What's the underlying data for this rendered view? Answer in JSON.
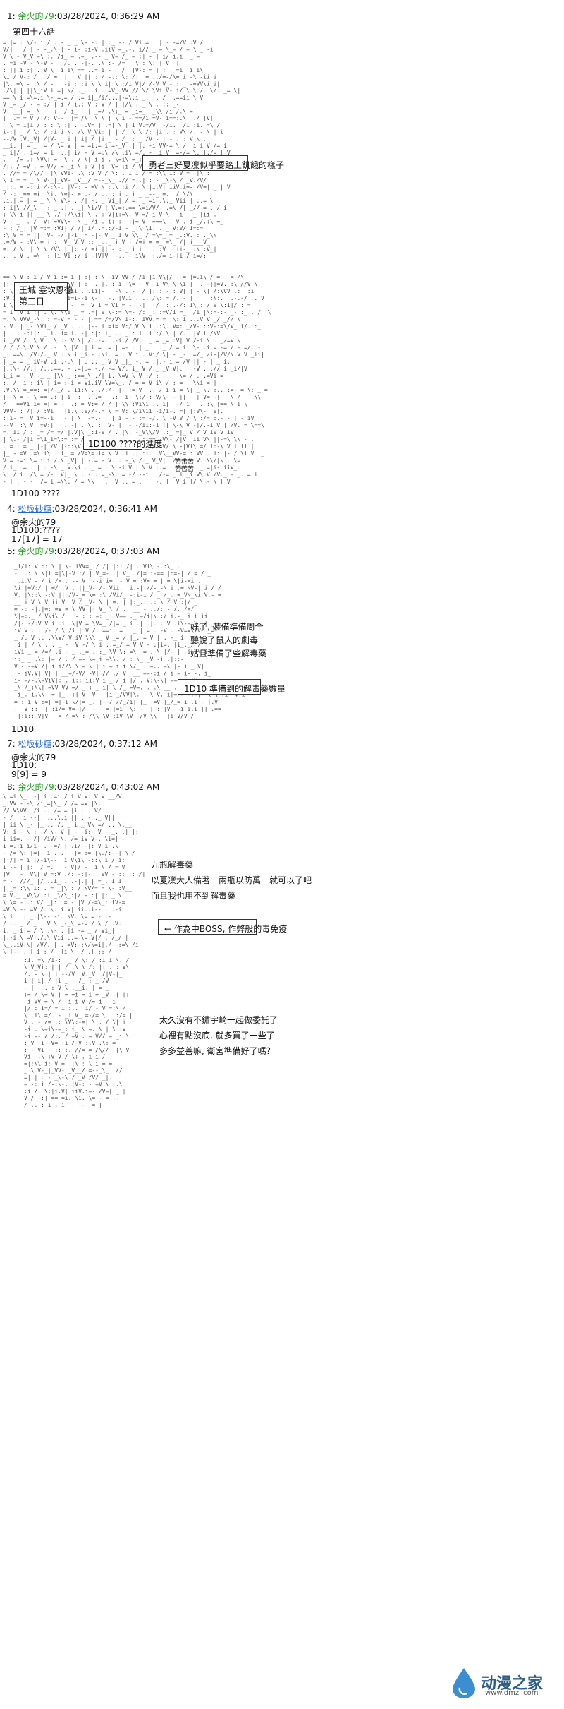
{
  "posts": [
    {
      "num": "1",
      "name": "余火的79",
      "date": ":03/28/2024, 0:36:29 AM",
      "name_style": "green"
    },
    {
      "num": "4",
      "name": "松坂砂糖",
      "date": ":03/28/2024, 0:36:41 AM",
      "name_style": "blue"
    },
    {
      "num": "5",
      "name": "余火的79",
      "date": ":03/28/2024, 0:37:03 AM",
      "name_style": "green"
    },
    {
      "num": "7",
      "name": "松坂砂糖",
      "date": ":03/28/2024, 0:37:12 AM",
      "name_style": "blue"
    },
    {
      "num": "8",
      "name": "余火的79",
      "date": ":03/28/2024, 0:43:02 AM",
      "name_style": "green"
    }
  ],
  "chapter_title": "第四十六話",
  "scene1_caption": "勇者三好夏凜似乎要踏上飢餓的樣子",
  "scene2_location": "王城 塞坎恩德",
  "scene2_day": "第三日",
  "scene2_roll_box": "1D100 ????的進度",
  "scene2_sign": [
    "苦苦苦",
    "苦苦苦"
  ],
  "post1_roll": "1D100 ????",
  "post4_lines": [
    "@余火的79",
    "1D100:????",
    "17[17] = 17"
  ],
  "post5_dialogue": [
    "好了, 裝備準備周全",
    "聽說了鼠人的劇毒",
    "姑且準備了些解毒藥"
  ],
  "post5_roll_box": "1D10 準備到的解毒藥數量",
  "post5_roll": "1D10",
  "post7_lines": [
    "@余火的79",
    "1D10:",
    "9[9] = 9"
  ],
  "post8_dialogue": [
    "九瓶解毒藥",
    "以夏凜大人備著一兩瓶以防萬一就可以了吧",
    "而且我也用不到解毒藥"
  ],
  "post8_note_box": "← 作為中BOSS, 作弊般的毒免疫",
  "post8_dialogue2": [
    "太久沒有不鏽宇崎一起做委託了",
    "心裡有點沒底, 就多買了一些了",
    "多多益善嘛, 衛宮準備好了嗎？"
  ],
  "watermark": {
    "name": "动漫之家",
    "url": "www.dmzj.com"
  }
}
